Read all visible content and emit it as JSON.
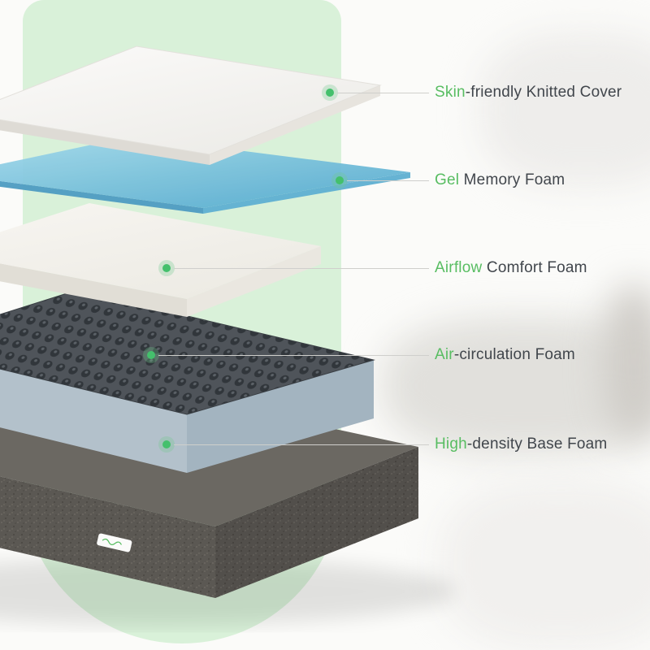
{
  "colors": {
    "accent_green": "#58bd62",
    "marker_dot_green": "#44c06c",
    "background_shape_green": "#d9f1d9",
    "label_text": "#41464c",
    "leader_line": "#cfcfcc",
    "gel_blue": "#6fc0dd",
    "comfort_foam_white": "#f4f2ee",
    "air_circulation_top": "#4f545a",
    "air_circulation_body": "#b3c1cb",
    "base_foam_gray": "#5b5853"
  },
  "diagram": {
    "type": "exploded-layer-diagram",
    "subject": "mattress construction layers",
    "labels": [
      {
        "highlight": "Skin",
        "rest": "-friendly Knitted Cover",
        "full": "Skin-friendly Knitted Cover"
      },
      {
        "highlight": "Gel",
        "rest": " Memory Foam",
        "full": "Gel Memory Foam"
      },
      {
        "highlight": "Airflow",
        "rest": " Comfort Foam",
        "full": "Airflow Comfort Foam"
      },
      {
        "highlight": "Air",
        "rest": "-circulation Foam",
        "full": "Air-circulation Foam"
      },
      {
        "highlight": "High",
        "rest": "-density Base Foam",
        "full": "High-density Base Foam"
      }
    ]
  }
}
